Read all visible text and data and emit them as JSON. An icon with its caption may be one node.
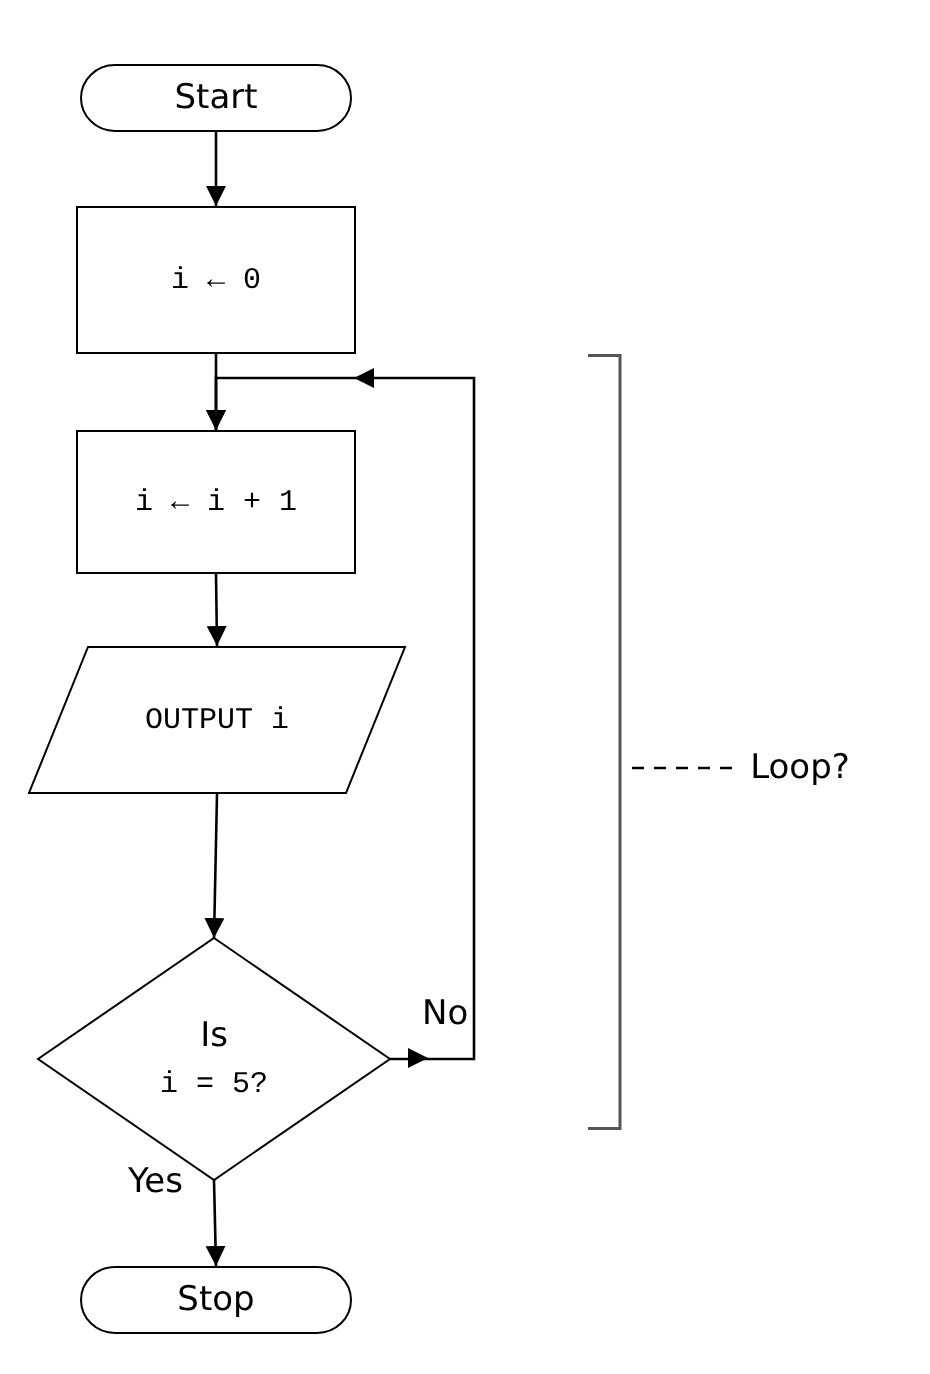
{
  "diagram": {
    "nodes": [
      {
        "text": [
          "Start"
        ]
      },
      {
        "text": [
          "i ← 0"
        ]
      },
      {
        "text": [
          "i ← i + 1"
        ]
      },
      {
        "text": [
          "OUTPUT i"
        ]
      },
      {
        "text": [
          "Is",
          "i = 5?"
        ]
      },
      {
        "text": [
          "Stop"
        ]
      },
      {
        "text": [
          "Loop?"
        ]
      },
      {
        "text": [],
        "shape": "bracket"
      }
    ],
    "edges": [
      {
        "from": 0,
        "to": 1,
        "arrow": "to"
      },
      {
        "from": 1,
        "to": 2,
        "arrow": "to"
      },
      {
        "from": 2,
        "to": 3,
        "arrow": "to"
      },
      {
        "from": 3,
        "to": 4,
        "arrow": "to"
      },
      {
        "from": 4,
        "to": 2,
        "arrow": "to",
        "label": "No"
      },
      {
        "from": 4,
        "to": 5,
        "arrow": "to",
        "label": "Yes"
      },
      {
        "from": 6,
        "to": 7,
        "arrow": "none",
        "style": "dashed"
      }
    ]
  }
}
